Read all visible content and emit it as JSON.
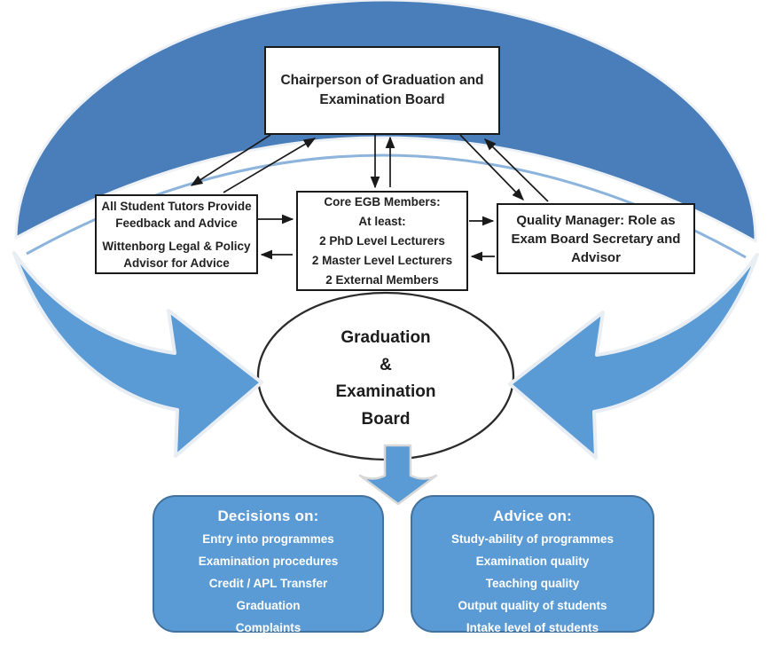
{
  "diagram": {
    "chair_box": {
      "lines": [
        "Chairperson of Graduation and",
        "Examination Board"
      ]
    },
    "tutors_box": {
      "lines": [
        "All Student Tutors Provide",
        "Feedback and Advice",
        "Wittenborg Legal & Policy",
        "Advisor for Advice"
      ]
    },
    "core_box": {
      "lines": [
        "Core EGB Members:",
        "At least:",
        "2 PhD Level Lecturers",
        "2 Master Level Lecturers",
        "2 External Members"
      ]
    },
    "quality_box": {
      "lines": [
        "Quality Manager: Role as",
        "Exam Board Secretary and",
        "Advisor"
      ]
    },
    "ellipse": {
      "lines": [
        "Graduation",
        "&",
        "Examination",
        "Board"
      ]
    },
    "decisions_box": {
      "title": "Decisions on:",
      "items": [
        "Entry into programmes",
        "Examination procedures",
        "Credit / APL Transfer",
        "Graduation",
        "Complaints"
      ]
    },
    "advice_box": {
      "title": "Advice on:",
      "items": [
        "Study-ability of programmes",
        "Examination quality",
        "Teaching quality",
        "Output quality of students",
        "Intake level of students"
      ]
    },
    "colors": {
      "ring_dark_blue": "#4a7eba",
      "flow_light_blue": "#5b9bd5",
      "blue_box_border": "#41719c",
      "ring_highlight": "#8db4dc",
      "connector_black": "#1a1a1a"
    }
  }
}
